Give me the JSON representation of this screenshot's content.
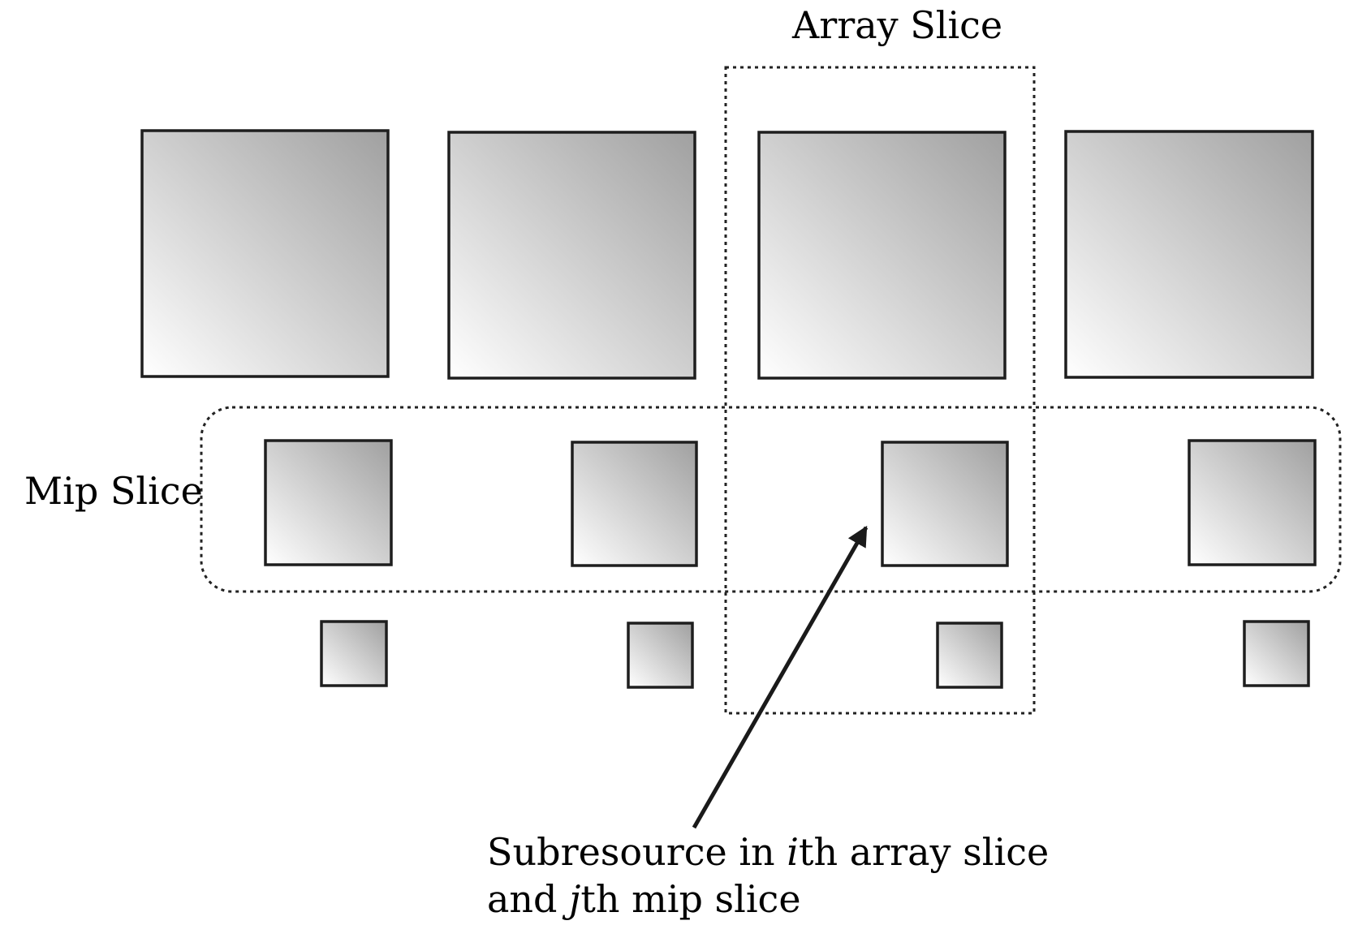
{
  "diagram": {
    "labels": {
      "array_slice": "Array Slice",
      "mip_slice": "Mip Slice",
      "subresource_line1_pre": "Subresource in ",
      "subresource_line1_var": "i",
      "subresource_line1_post": "th array slice",
      "subresource_line2_pre": "and ",
      "subresource_line2_var": "j",
      "subresource_line2_post": "th mip slice"
    },
    "textures": {
      "array_count": 4,
      "mip_levels": 3
    },
    "colors": {
      "fill_light": "#ffffff",
      "fill_dark": "#a0a0a0",
      "stroke": "#1e1e1e"
    }
  }
}
